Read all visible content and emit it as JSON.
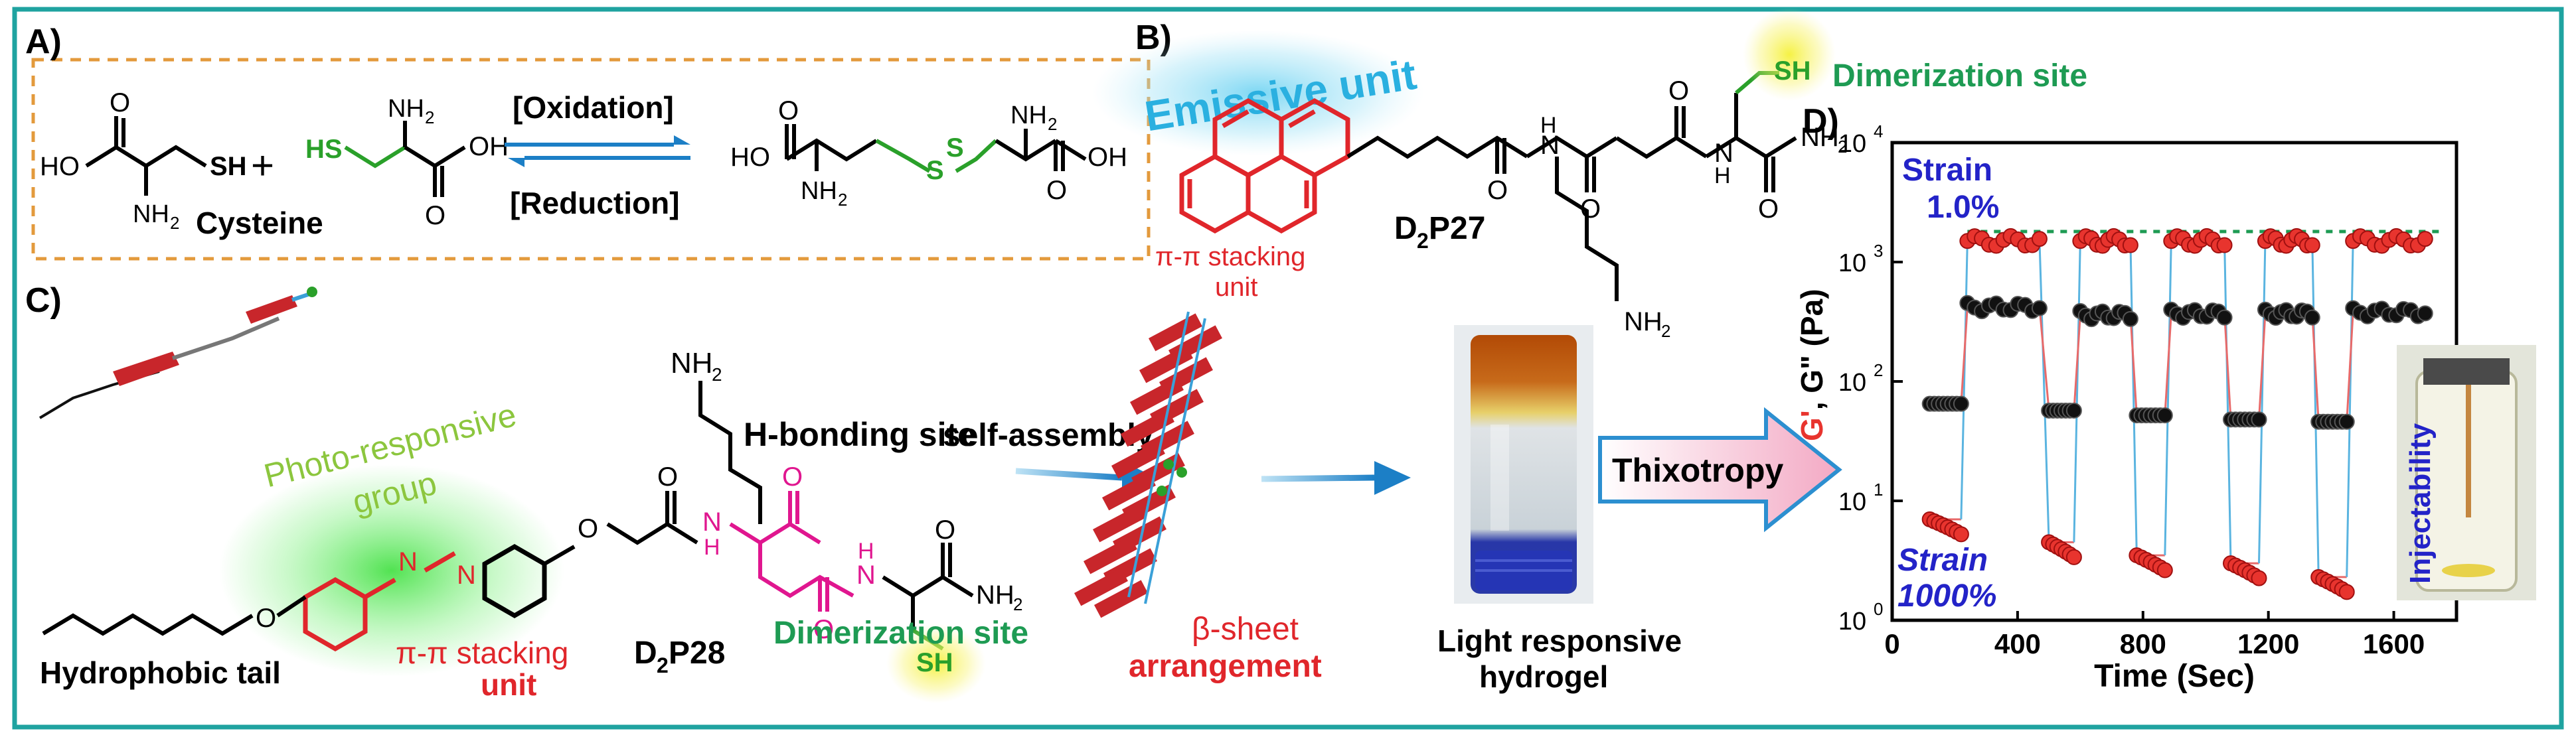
{
  "colors": {
    "frame": "#1fa3a0",
    "dash_box": "#e39a3c",
    "green_label": "#1e9b53",
    "red": "#e0262b",
    "magenta": "#e0168f",
    "blue_strain": "#2323c8",
    "blue_arrow": "#2c8fd0",
    "sulfur_green": "#2aa02a",
    "lime": "#8cc63e",
    "g_prime": "#e8342e",
    "g_double": "#111111",
    "pink_line": "#e86a6a",
    "light_blue_line": "#5ab4e0"
  },
  "panel_a": {
    "label": "A)",
    "oxidation": "[Oxidation]",
    "reduction": "[Reduction]",
    "cysteine": "Cysteine",
    "plus": "+",
    "ho": "HO",
    "oh": "OH",
    "o": "O",
    "sh": "SH",
    "hs": "HS",
    "nh2": "NH",
    "sub2": "2",
    "s": "S"
  },
  "panel_b": {
    "label": "B)",
    "emissive_unit": "Emissive unit",
    "dimerization_site": "Dimerization site",
    "pi_stacking_line1": "π-π stacking",
    "pi_stacking_line2": "unit",
    "compound_main": "D",
    "compound_sub": "2",
    "compound_end": "P27",
    "h": "H",
    "n": "N",
    "o": "O",
    "sh": "SH",
    "nh2": "NH",
    "sub2": "2"
  },
  "panel_c": {
    "label": "C)",
    "nh2_top": "NH",
    "sub2": "2",
    "h_bonding": "H-bonding site",
    "photo_responsive_line1": "Photo-responsive",
    "photo_responsive_line2": "group",
    "n_eq": "N",
    "o": "O",
    "h": "H",
    "n": "N",
    "nh2": "NH",
    "sh": "SH",
    "self_assembly": "self-assembly",
    "hydrophobic_tail": "Hydrophobic tail",
    "pi_stacking_line1": "π-π stacking",
    "pi_stacking_line2": "unit",
    "compound_main": "D",
    "compound_sub": "2",
    "compound_end": "P28",
    "dimerization_site": "Dimerization site",
    "beta_sheet_line1": "β-sheet",
    "beta_sheet_line2": "arrangement",
    "hydrogel_line1": "Light responsive",
    "hydrogel_line2": "hydrogel",
    "thixotropy": "Thixotropy"
  },
  "panel_d": {
    "label": "D)",
    "strain_high_line1": "Strain",
    "strain_high_line2": "1.0%",
    "strain_low_line1": "Strain",
    "strain_low_line2": "1000%",
    "injectability": "Injectability"
  },
  "chart_data": {
    "type": "scatter",
    "xlabel": "Time (Sec)",
    "ylabel_parts": [
      "G'",
      ", ",
      "G\"",
      " (Pa)"
    ],
    "log_y": true,
    "xlim": [
      0,
      1800
    ],
    "ylim": [
      1,
      10000
    ],
    "x_ticks": [
      0,
      400,
      800,
      1200,
      1600
    ],
    "y_ticks": [
      {
        "value": 1,
        "base": "10",
        "exp": "0"
      },
      {
        "value": 10,
        "base": "10",
        "exp": "1"
      },
      {
        "value": 100,
        "base": "10",
        "exp": "2"
      },
      {
        "value": 1000,
        "base": "10",
        "exp": "3"
      },
      {
        "value": 10000,
        "base": "10",
        "exp": "4"
      }
    ],
    "reference_line": {
      "y": 1800,
      "x_range": [
        240,
        1750
      ]
    },
    "segments": [
      {
        "x_start": 120,
        "x_end": 220,
        "g_prime": 7,
        "g_double": 65,
        "points": 8,
        "strain": "high"
      },
      {
        "x_start": 240,
        "x_end": 470,
        "g_prime": 1500,
        "g_double": 420,
        "points": 11,
        "strain": "low"
      },
      {
        "x_start": 500,
        "x_end": 580,
        "g_prime": 4.5,
        "g_double": 57,
        "points": 7,
        "strain": "high"
      },
      {
        "x_start": 600,
        "x_end": 760,
        "g_prime": 1500,
        "g_double": 360,
        "points": 10,
        "strain": "low"
      },
      {
        "x_start": 780,
        "x_end": 870,
        "g_prime": 3.5,
        "g_double": 52,
        "points": 7,
        "strain": "high"
      },
      {
        "x_start": 890,
        "x_end": 1060,
        "g_prime": 1500,
        "g_double": 370,
        "points": 10,
        "strain": "low"
      },
      {
        "x_start": 1080,
        "x_end": 1170,
        "g_prime": 3,
        "g_double": 48,
        "points": 7,
        "strain": "high"
      },
      {
        "x_start": 1190,
        "x_end": 1340,
        "g_prime": 1500,
        "g_double": 370,
        "points": 10,
        "strain": "low"
      },
      {
        "x_start": 1360,
        "x_end": 1450,
        "g_prime": 2.3,
        "g_double": 46,
        "points": 7,
        "strain": "high"
      },
      {
        "x_start": 1470,
        "x_end": 1700,
        "g_prime": 1500,
        "g_double": 380,
        "points": 11,
        "strain": "low"
      }
    ]
  }
}
